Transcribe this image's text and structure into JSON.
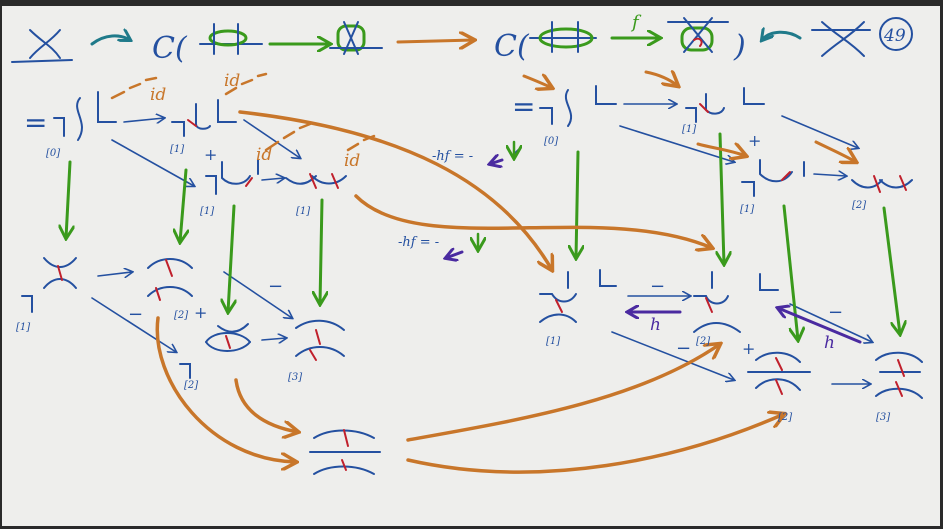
{
  "page_number": "49",
  "header": {
    "complex_open_1": "C(",
    "complex_open_2": "C(",
    "complex_close_2": ")",
    "map_f": "f"
  },
  "labels": {
    "equals_left": "=",
    "equals_right": "=",
    "id": "id",
    "plus": "+",
    "minus": "−",
    "hf_eq": "-hf = -",
    "h": "h"
  },
  "degrees": {
    "d0": "[0]",
    "d1": "[1]",
    "d2": "[2]",
    "d3": "[3]"
  },
  "colors": {
    "paper": "#eeeeec",
    "blue": "#2450a0",
    "green": "#3a9a1c",
    "orange": "#c8762a",
    "red": "#c0202c",
    "purple": "#4a2aa0",
    "teal": "#1f7a8a"
  }
}
